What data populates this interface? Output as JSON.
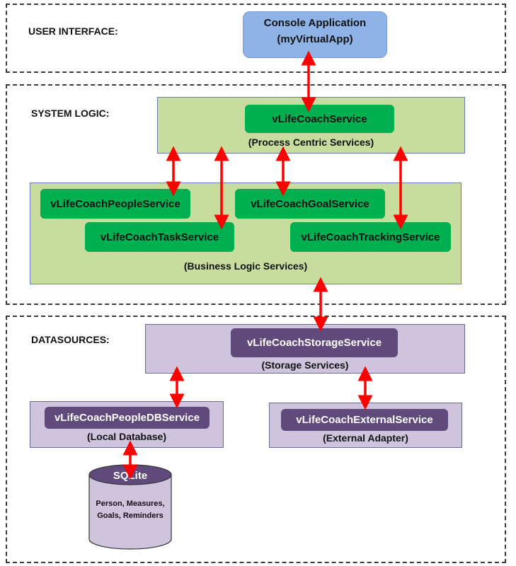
{
  "sections": {
    "user_interface": {
      "label": "USER INTERFACE:"
    },
    "system_logic": {
      "label": "SYSTEM LOGIC:"
    },
    "datasources": {
      "label": "DATASOURCES:"
    }
  },
  "console_app": {
    "line1": "Console Application",
    "line2": "(myVirtualApp)"
  },
  "process_centric": {
    "service": "vLifeCoachService",
    "caption": "(Process Centric Services)"
  },
  "business_logic": {
    "people": "vLifeCoachPeopleService",
    "goal": "vLifeCoachGoalService",
    "task": "vLifeCoachTaskService",
    "tracking": "vLifeCoachTrackingService",
    "caption": "(Business Logic Services)"
  },
  "storage": {
    "service": "vLifeCoachStorageService",
    "caption": "(Storage Services)"
  },
  "local_db": {
    "service": "vLifeCoachPeopleDBService",
    "caption": "(Local Database)"
  },
  "external": {
    "service": "vLifeCoachExternalService",
    "caption": "(External Adapter)"
  },
  "sqlite": {
    "title": "SQLite",
    "line1": "Person, Measures,",
    "line2": "Goals, Reminders"
  },
  "colors": {
    "arrow": "#ff0000",
    "green_panel": "#c8dc9e",
    "green_pill": "#00b050",
    "purple_panel": "#cfc3dd",
    "purple_pill": "#604a7b",
    "blue_pill": "#8eb3e6"
  }
}
